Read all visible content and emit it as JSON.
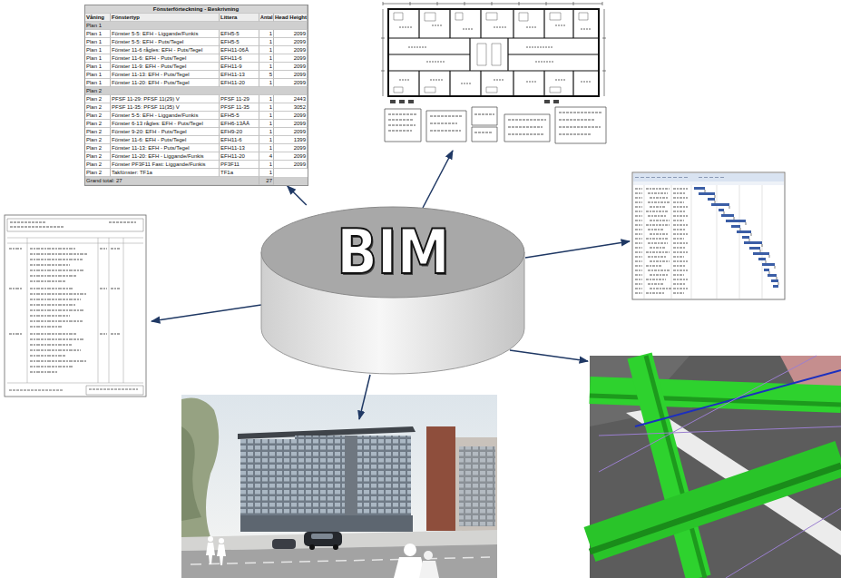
{
  "diagram": {
    "nodes": [
      {
        "text": [
          "BIM"
        ]
      },
      {
        "text": [
          "Fönsterförteckning - Beskrivning",
          "Våning",
          "Fönstertyp",
          "Littera",
          "Antal",
          "Head Height",
          "Plan 1",
          "Plan 1",
          "Fönster 5-5: EFH - Liggande/Funkis",
          "EFH5-5",
          "1",
          "2099",
          "Plan 1",
          "Fönster 5-5: EFH - Puts/Tegel",
          "EFH5-5",
          "1",
          "2099",
          "Plan 1",
          "Fönster 11-6 rågles: EFH - Puts/Tegel",
          "EFH11-06Å",
          "1",
          "2099",
          "Plan 1",
          "Fönster 11-6: EFH - Puts/Tegel",
          "EFH11-6",
          "1",
          "2099",
          "Plan 1",
          "Fönster 11-9: EFH - Puts/Tegel",
          "EFH11-9",
          "1",
          "2099",
          "Plan 1",
          "Fönster 11-13: EFH - Puts/Tegel",
          "EFH11-13",
          "5",
          "2099",
          "Plan 1",
          "Fönster 11-20: EFH - Puts/Tegel",
          "EFH11-20",
          "1",
          "2099",
          "Plan 2",
          "Plan 2",
          "PFSF 11-29: PFSF 11(29) V",
          "PFSF 11-29",
          "1",
          "2443",
          "Plan 2",
          "PFSF 11-35: PFSF 11(35) V",
          "PFSF 11-35",
          "1",
          "3052",
          "Plan 2",
          "Fönster 5-5: EFH - Liggande/Funkis",
          "EFH5-5",
          "1",
          "2099",
          "Plan 2",
          "Fönster 6-13 rågles: EFH - Puts/Tegel",
          "EFH6-13ÅÅ",
          "1",
          "2099",
          "Plan 2",
          "Fönster 9-20: EFH - Puts/Tegel",
          "EFH9-20",
          "1",
          "2099",
          "Plan 2",
          "Fönster 11-6: EFH - Puts/Tegel",
          "EFH11-6",
          "1",
          "1399",
          "Plan 2",
          "Fönster 11-13: EFH - Puts/Tegel",
          "EFH11-13",
          "1",
          "2099",
          "Plan 2",
          "Fönster 11-20: EFH - Liggande/Funkis",
          "EFH11-20",
          "4",
          "2099",
          "Plan 2",
          "Fönster PF3F11 Fast: Liggande/Funkis",
          "PF3F11",
          "1",
          "2099",
          "Plan 2",
          "Takfönster: TF1a",
          "TF1a",
          "1",
          "Grand total: 27",
          "27"
        ]
      }
    ],
    "edges": [
      {
        "from": 0,
        "to": 1,
        "arrow": "to"
      }
    ]
  }
}
